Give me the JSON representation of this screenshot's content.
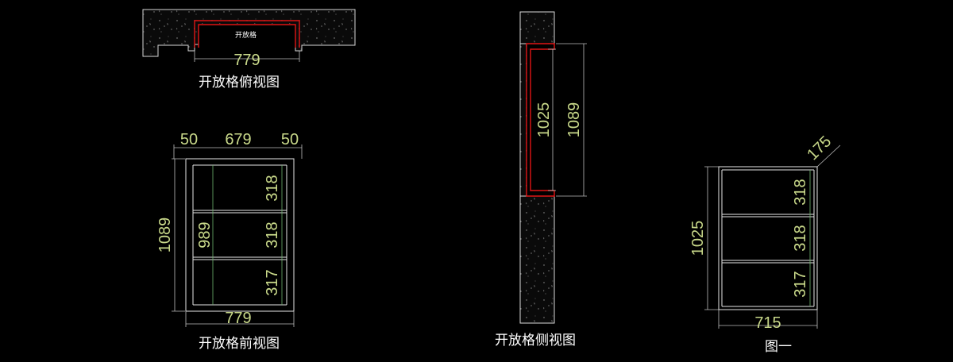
{
  "top_view": {
    "caption": "开放格俯视图",
    "label": "开放格",
    "width_dim": "779"
  },
  "front_view": {
    "caption": "开放格前视图",
    "top_dims": [
      "50",
      "679",
      "50"
    ],
    "height_dim": "1089",
    "inner_height_dim": "989",
    "shelf_dims": [
      "318",
      "318",
      "317"
    ],
    "width_dim": "779"
  },
  "side_view": {
    "caption": "开放格侧视图",
    "inner_dim": "1025",
    "outer_dim": "1089"
  },
  "figure_one": {
    "caption": "图一",
    "depth_dim": "175",
    "height_dim": "1025",
    "shelf_dims": [
      "318",
      "318",
      "317"
    ],
    "width_dim": "715"
  },
  "colors": {
    "background": "#000000",
    "dimension_text": "#c9d98a",
    "cabinet_outline": "#e01515",
    "line": "#e6e6e6"
  }
}
